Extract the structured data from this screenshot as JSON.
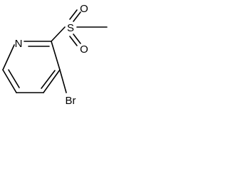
{
  "molecule": {
    "atoms": {
      "nitrogen": "N",
      "sulfur": "S",
      "oxygen_top": "O",
      "oxygen_bottom": "O",
      "bromine": "Br"
    },
    "colors": {
      "bond": "#000000",
      "label": "#000000",
      "background": "#ffffff"
    }
  }
}
